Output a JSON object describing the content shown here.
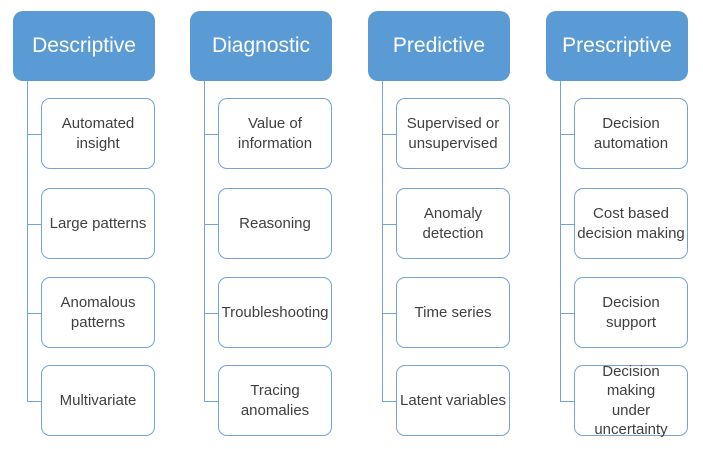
{
  "diagram": {
    "kind": "hierarchy-list",
    "column_count": 4,
    "items_per_column": 4
  },
  "colors": {
    "header_fill": "#5B9BD5",
    "header_text": "#FFFFFF",
    "box_border": "#74A3D8",
    "connector_line": "#74A3D8",
    "item_text": "#404040",
    "background": "#FFFFFF"
  },
  "columns": [
    {
      "title": "Descriptive",
      "items": [
        "Automated\ninsight",
        "Large patterns",
        "Anomalous\npatterns",
        "Multivariate"
      ]
    },
    {
      "title": "Diagnostic",
      "items": [
        "Value of\ninformation",
        "Reasoning",
        "Troubleshooting",
        "Tracing\nanomalies"
      ]
    },
    {
      "title": "Predictive",
      "items": [
        "Supervised or\nunsupervised",
        "Anomaly\ndetection",
        "Time series",
        "Latent variables"
      ]
    },
    {
      "title": "Prescriptive",
      "items": [
        "Decision\nautomation",
        "Cost based\ndecision making",
        "Decision\nsupport",
        "Decision making\nunder\nuncertainty"
      ]
    }
  ]
}
